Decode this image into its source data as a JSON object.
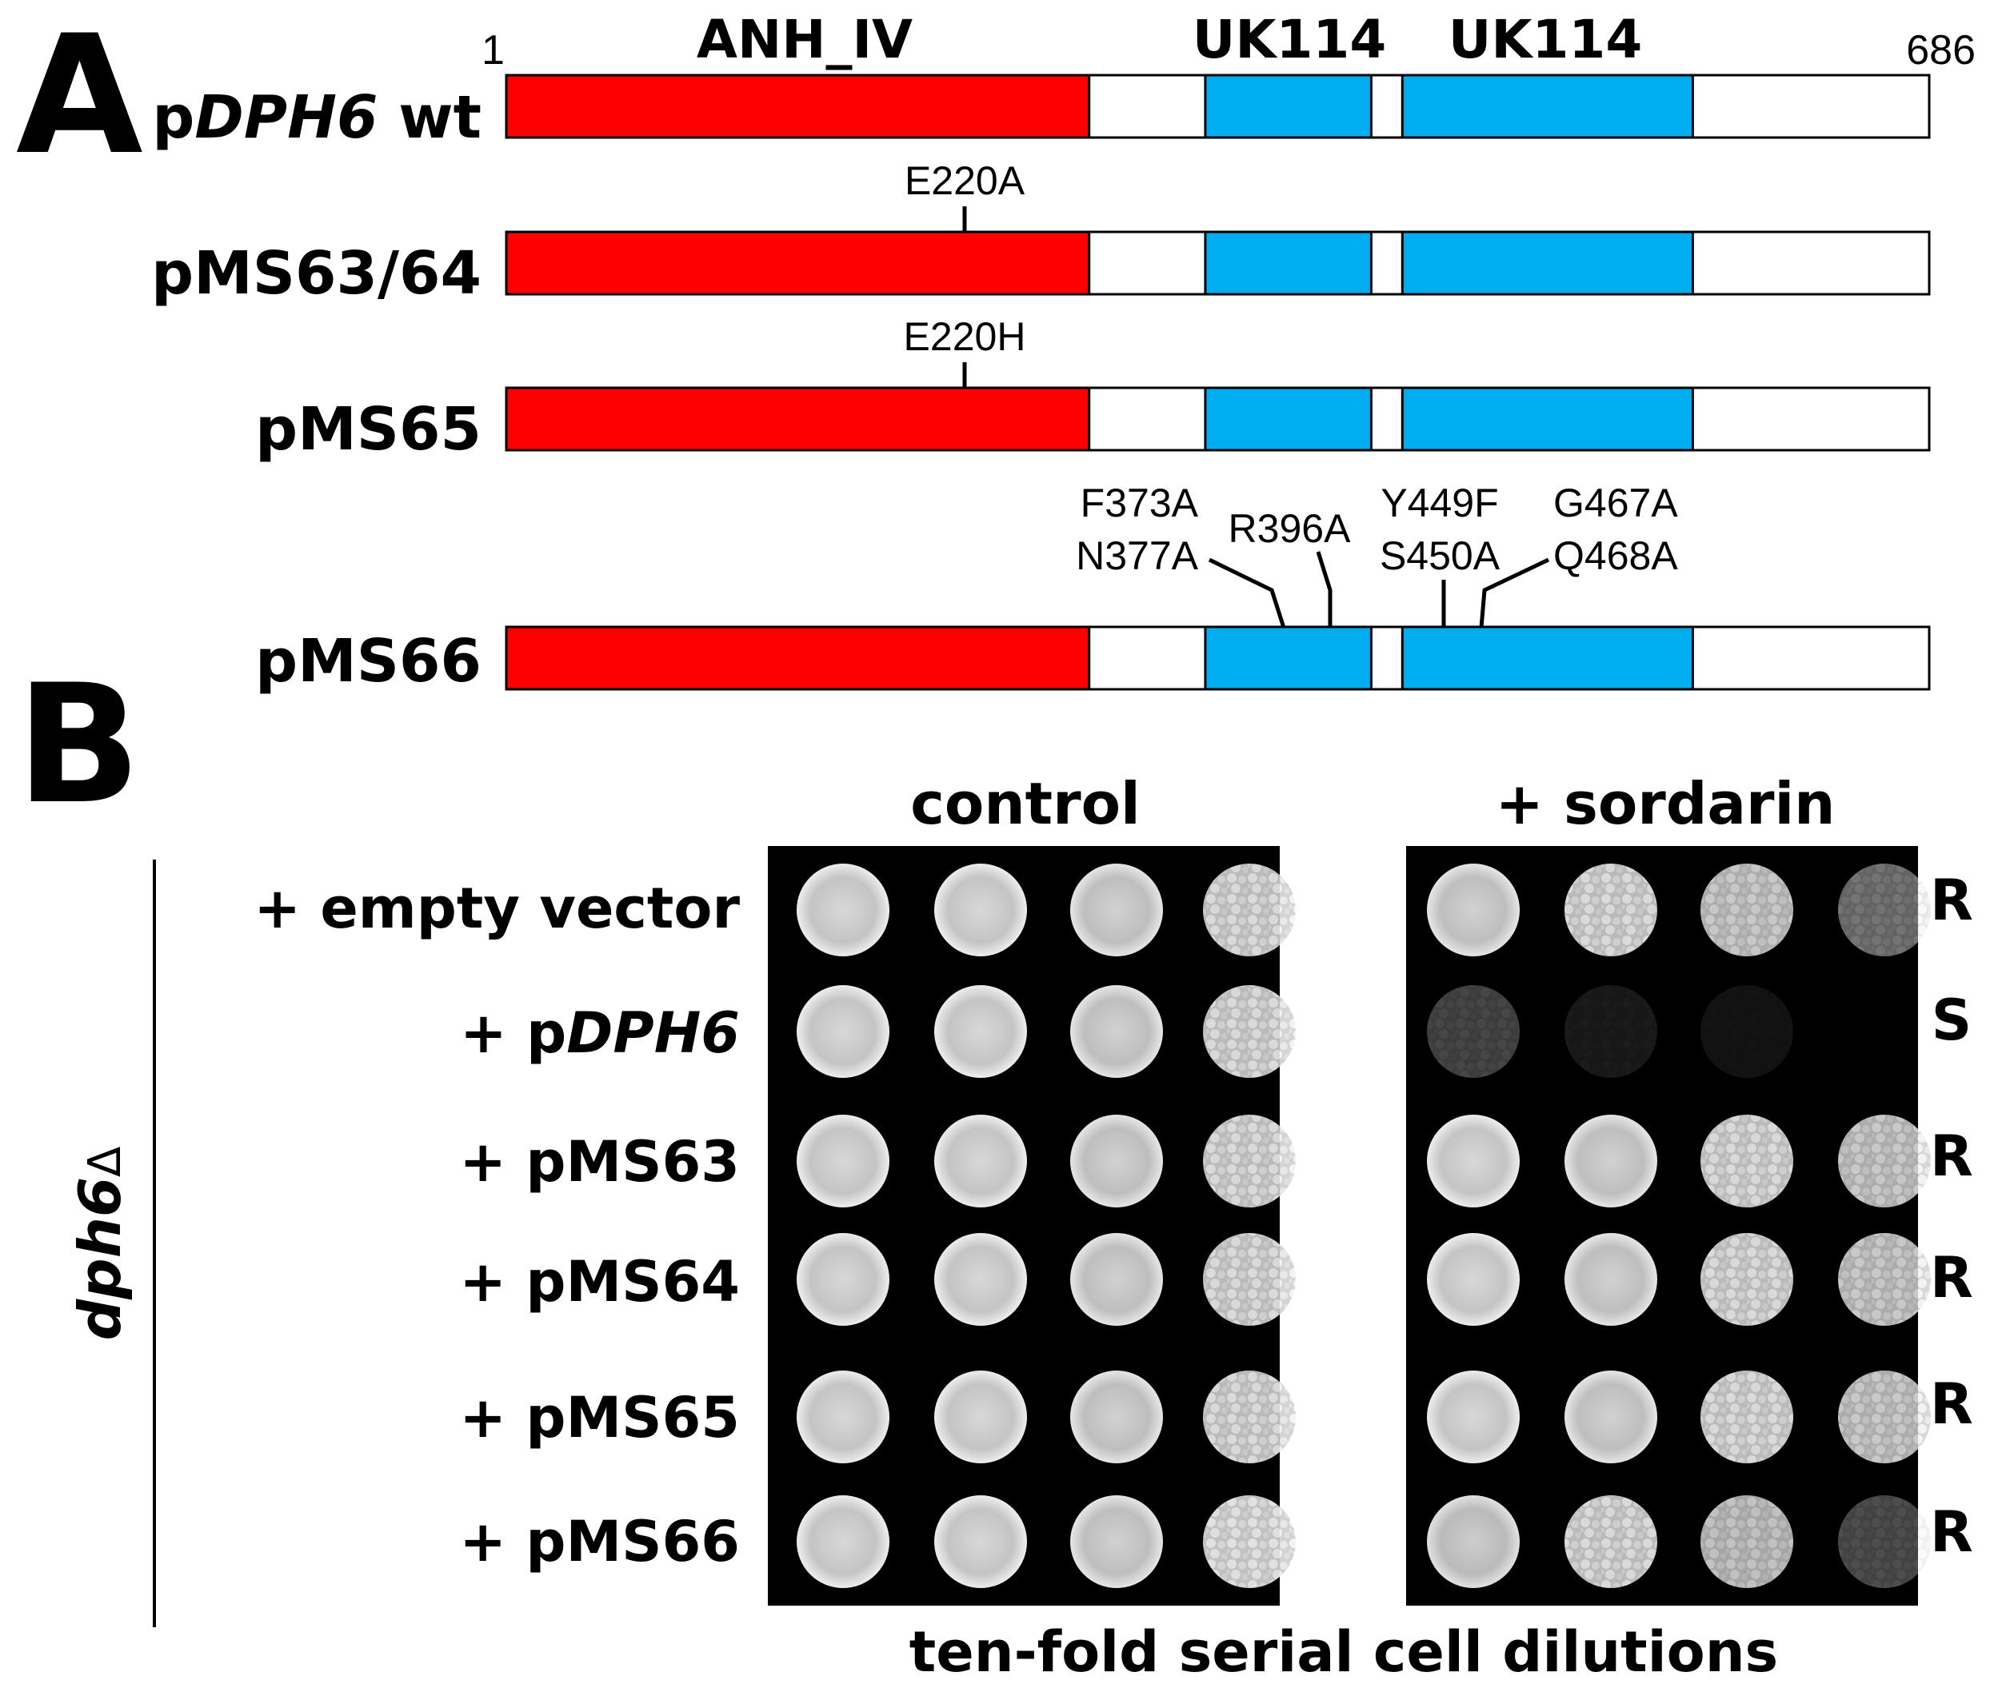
{
  "panel_a": {
    "letter": "A",
    "protein_length": 686,
    "start_label": "1",
    "end_label": "686",
    "colors": {
      "anh": "#ff0000",
      "uk": "#00aeef",
      "outline": "#000000",
      "background": "#ffffff"
    },
    "domains": [
      {
        "name": "ANH_IV",
        "start": 1,
        "end": 281,
        "kind": "anh"
      },
      {
        "name": "UK114",
        "start": 337,
        "end": 417,
        "kind": "uk"
      },
      {
        "name": "UK114",
        "start": 432,
        "end": 572,
        "kind": "uk"
      }
    ],
    "constructs": [
      {
        "prefix": "p",
        "italic": "DPH6",
        "suffix": " wt",
        "mutations": []
      },
      {
        "prefix": "pMS63/64",
        "italic": "",
        "suffix": "",
        "mutations": [
          {
            "lines": [
              "E220A"
            ],
            "positions": [
              220
            ]
          }
        ]
      },
      {
        "prefix": "pMS65",
        "italic": "",
        "suffix": "",
        "mutations": [
          {
            "lines": [
              "E220H"
            ],
            "positions": [
              220
            ]
          }
        ]
      },
      {
        "prefix": "pMS66",
        "italic": "",
        "suffix": "",
        "mutations": [
          {
            "lines": [
              "F373A",
              "N377A"
            ],
            "positions": [
              375
            ]
          },
          {
            "lines": [
              "R396A"
            ],
            "positions": [
              397
            ]
          },
          {
            "lines": [
              "Y449F",
              "S450A"
            ],
            "positions": [
              450
            ]
          },
          {
            "lines": [
              "G467A",
              "Q468A"
            ],
            "positions": [
              468
            ]
          }
        ]
      }
    ]
  },
  "panel_b": {
    "letter": "B",
    "strain": "dph6",
    "strain_symbol": "Δ",
    "conditions": [
      "control",
      "+ sordarin"
    ],
    "footer": "ten-fold serial cell dilutions",
    "rows": [
      {
        "prefix": "+ empty vector",
        "italic": "",
        "phenotype": "R",
        "control_growth": [
          1.0,
          1.0,
          0.95,
          0.8
        ],
        "sordarin_growth": [
          0.95,
          0.8,
          0.55,
          0.3
        ]
      },
      {
        "prefix": "+ p",
        "italic": "DPH6",
        "phenotype": "S",
        "control_growth": [
          1.0,
          1.0,
          0.95,
          0.8
        ],
        "sordarin_growth": [
          0.18,
          0.07,
          0.03,
          0.0
        ]
      },
      {
        "prefix": "+ pMS63",
        "italic": "",
        "phenotype": "R",
        "control_growth": [
          1.0,
          1.0,
          0.95,
          0.8
        ],
        "sordarin_growth": [
          1.0,
          0.95,
          0.8,
          0.55
        ]
      },
      {
        "prefix": "+ pMS64",
        "italic": "",
        "phenotype": "R",
        "control_growth": [
          1.0,
          1.0,
          0.95,
          0.8
        ],
        "sordarin_growth": [
          1.0,
          0.95,
          0.8,
          0.55
        ]
      },
      {
        "prefix": "+ pMS65",
        "italic": "",
        "phenotype": "R",
        "control_growth": [
          1.0,
          1.0,
          0.95,
          0.8
        ],
        "sordarin_growth": [
          1.0,
          0.95,
          0.8,
          0.55
        ]
      },
      {
        "prefix": "+ pMS66",
        "italic": "",
        "phenotype": "R",
        "control_growth": [
          1.0,
          1.0,
          0.95,
          0.85
        ],
        "sordarin_growth": [
          0.9,
          0.8,
          0.5,
          0.2
        ]
      }
    ]
  }
}
